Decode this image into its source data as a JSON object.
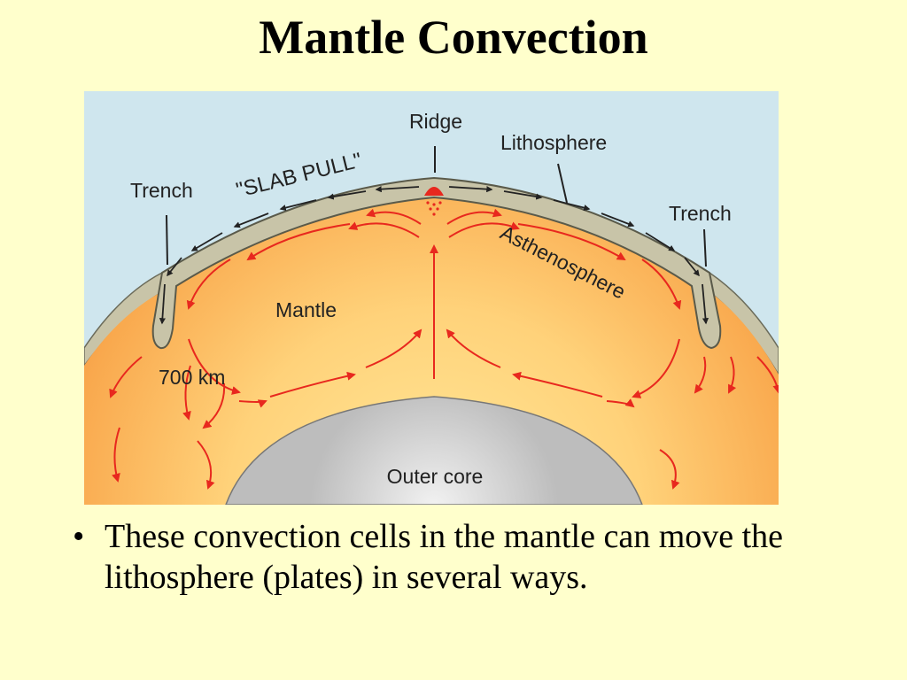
{
  "slide": {
    "title": "Mantle Convection",
    "bullets": [
      {
        "marker": "•",
        "text": "These convection cells in the mantle can move the lithosphere (plates) in several ways."
      }
    ]
  },
  "diagram": {
    "labels": {
      "ridge": "Ridge",
      "lithosphere": "Lithosphere",
      "slab_pull": "\"SLAB PULL\"",
      "trench_left": "Trench",
      "trench_right": "Trench",
      "asthenosphere": "Asthenosphere",
      "mantle": "Mantle",
      "depth": "700 km",
      "outer_core": "Outer core"
    },
    "colors": {
      "sky": "#cfe6ee",
      "mantle_outer": "#f7b055",
      "mantle_inner": "#ffe08a",
      "lithosphere": "#c8c4a8",
      "core": "#cfcfcf",
      "arrow": "#e8281e"
    }
  }
}
